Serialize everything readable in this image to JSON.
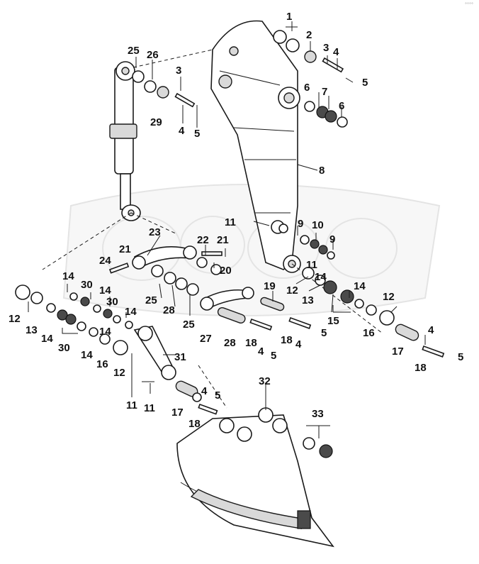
{
  "corner_mark": "°°°°",
  "callouts": [
    {
      "id": "c1",
      "text": "1"
    },
    {
      "id": "c2",
      "text": "2"
    },
    {
      "id": "c3a",
      "text": "3"
    },
    {
      "id": "c4a",
      "text": "4"
    },
    {
      "id": "c5a",
      "text": "5"
    },
    {
      "id": "c25a",
      "text": "25"
    },
    {
      "id": "c26a",
      "text": "26"
    },
    {
      "id": "c3b",
      "text": "3"
    },
    {
      "id": "c6a",
      "text": "6"
    },
    {
      "id": "c7",
      "text": "7"
    },
    {
      "id": "c6b",
      "text": "6"
    },
    {
      "id": "c29",
      "text": "29"
    },
    {
      "id": "c4b",
      "text": "4"
    },
    {
      "id": "c5b",
      "text": "5"
    },
    {
      "id": "c8",
      "text": "8"
    },
    {
      "id": "c11a",
      "text": "11"
    },
    {
      "id": "c9a",
      "text": "9"
    },
    {
      "id": "c10",
      "text": "10"
    },
    {
      "id": "c9b",
      "text": "9"
    },
    {
      "id": "c23",
      "text": "23"
    },
    {
      "id": "c22",
      "text": "22"
    },
    {
      "id": "c21a",
      "text": "21"
    },
    {
      "id": "c21b",
      "text": "21"
    },
    {
      "id": "c24",
      "text": "24"
    },
    {
      "id": "c20",
      "text": "20"
    },
    {
      "id": "c11b",
      "text": "11"
    },
    {
      "id": "c14a",
      "text": "14"
    },
    {
      "id": "c30a",
      "text": "30"
    },
    {
      "id": "c14b",
      "text": "14"
    },
    {
      "id": "c25b",
      "text": "25"
    },
    {
      "id": "c28a",
      "text": "28"
    },
    {
      "id": "c19",
      "text": "19"
    },
    {
      "id": "c12a",
      "text": "12"
    },
    {
      "id": "c14c",
      "text": "14"
    },
    {
      "id": "c14d",
      "text": "14"
    },
    {
      "id": "c13a",
      "text": "13"
    },
    {
      "id": "c12b",
      "text": "12"
    },
    {
      "id": "c30b",
      "text": "30"
    },
    {
      "id": "c14e",
      "text": "14"
    },
    {
      "id": "c25c",
      "text": "25"
    },
    {
      "id": "c15",
      "text": "15"
    },
    {
      "id": "c16a",
      "text": "16"
    },
    {
      "id": "c12c",
      "text": "12"
    },
    {
      "id": "c13b",
      "text": "13"
    },
    {
      "id": "c14f",
      "text": "14"
    },
    {
      "id": "c27",
      "text": "27"
    },
    {
      "id": "c28b",
      "text": "28"
    },
    {
      "id": "c18a",
      "text": "18"
    },
    {
      "id": "c18b",
      "text": "18"
    },
    {
      "id": "c5c",
      "text": "5"
    },
    {
      "id": "c4c",
      "text": "4"
    },
    {
      "id": "c5d",
      "text": "5"
    },
    {
      "id": "c4d",
      "text": "4"
    },
    {
      "id": "c30c",
      "text": "30"
    },
    {
      "id": "c14g",
      "text": "14"
    },
    {
      "id": "c16b",
      "text": "16"
    },
    {
      "id": "c12d",
      "text": "12"
    },
    {
      "id": "c31",
      "text": "31"
    },
    {
      "id": "c17a",
      "text": "17"
    },
    {
      "id": "c18c",
      "text": "18"
    },
    {
      "id": "c4e",
      "text": "4"
    },
    {
      "id": "c5e",
      "text": "5"
    },
    {
      "id": "c11c",
      "text": "11"
    },
    {
      "id": "c11d",
      "text": "11"
    },
    {
      "id": "c17b",
      "text": "17"
    },
    {
      "id": "c4f",
      "text": "4"
    },
    {
      "id": "c5f",
      "text": "5"
    },
    {
      "id": "c18d",
      "text": "18"
    },
    {
      "id": "c32",
      "text": "32"
    },
    {
      "id": "c33",
      "text": "33"
    },
    {
      "id": "c14h",
      "text": "14"
    }
  ]
}
